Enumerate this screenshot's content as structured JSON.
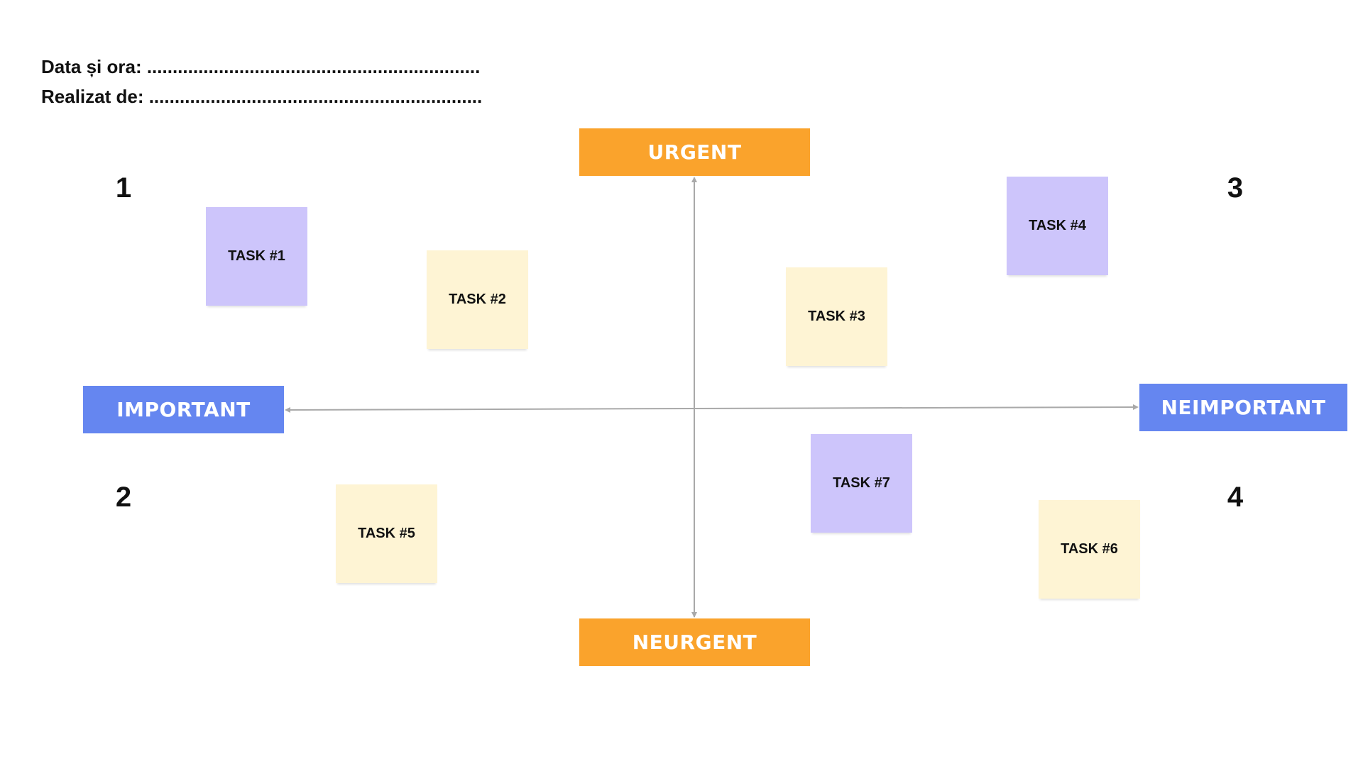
{
  "header": {
    "date_line": "Data și ora: .................................................................",
    "author_line": "Realizat de: ................................................................."
  },
  "axes": {
    "top_label": "URGENT",
    "bottom_label": "NEURGENT",
    "left_label": "IMPORTANT",
    "right_label": "NEIMPORTANT"
  },
  "quadrants": [
    "1",
    "2",
    "3",
    "4"
  ],
  "tasks": [
    {
      "label": "TASK #1",
      "color": "purple"
    },
    {
      "label": "TASK #2",
      "color": "cream"
    },
    {
      "label": "TASK #3",
      "color": "cream"
    },
    {
      "label": "TASK #4",
      "color": "purple"
    },
    {
      "label": "TASK #5",
      "color": "cream"
    },
    {
      "label": "TASK #6",
      "color": "cream"
    },
    {
      "label": "TASK #7",
      "color": "purple"
    }
  ],
  "colors": {
    "urgency_box": "#faa32c",
    "importance_box": "#6586f0",
    "note_purple": "#cdc5fb",
    "note_cream": "#fef4d4",
    "axis_line": "#a9a9a9"
  }
}
